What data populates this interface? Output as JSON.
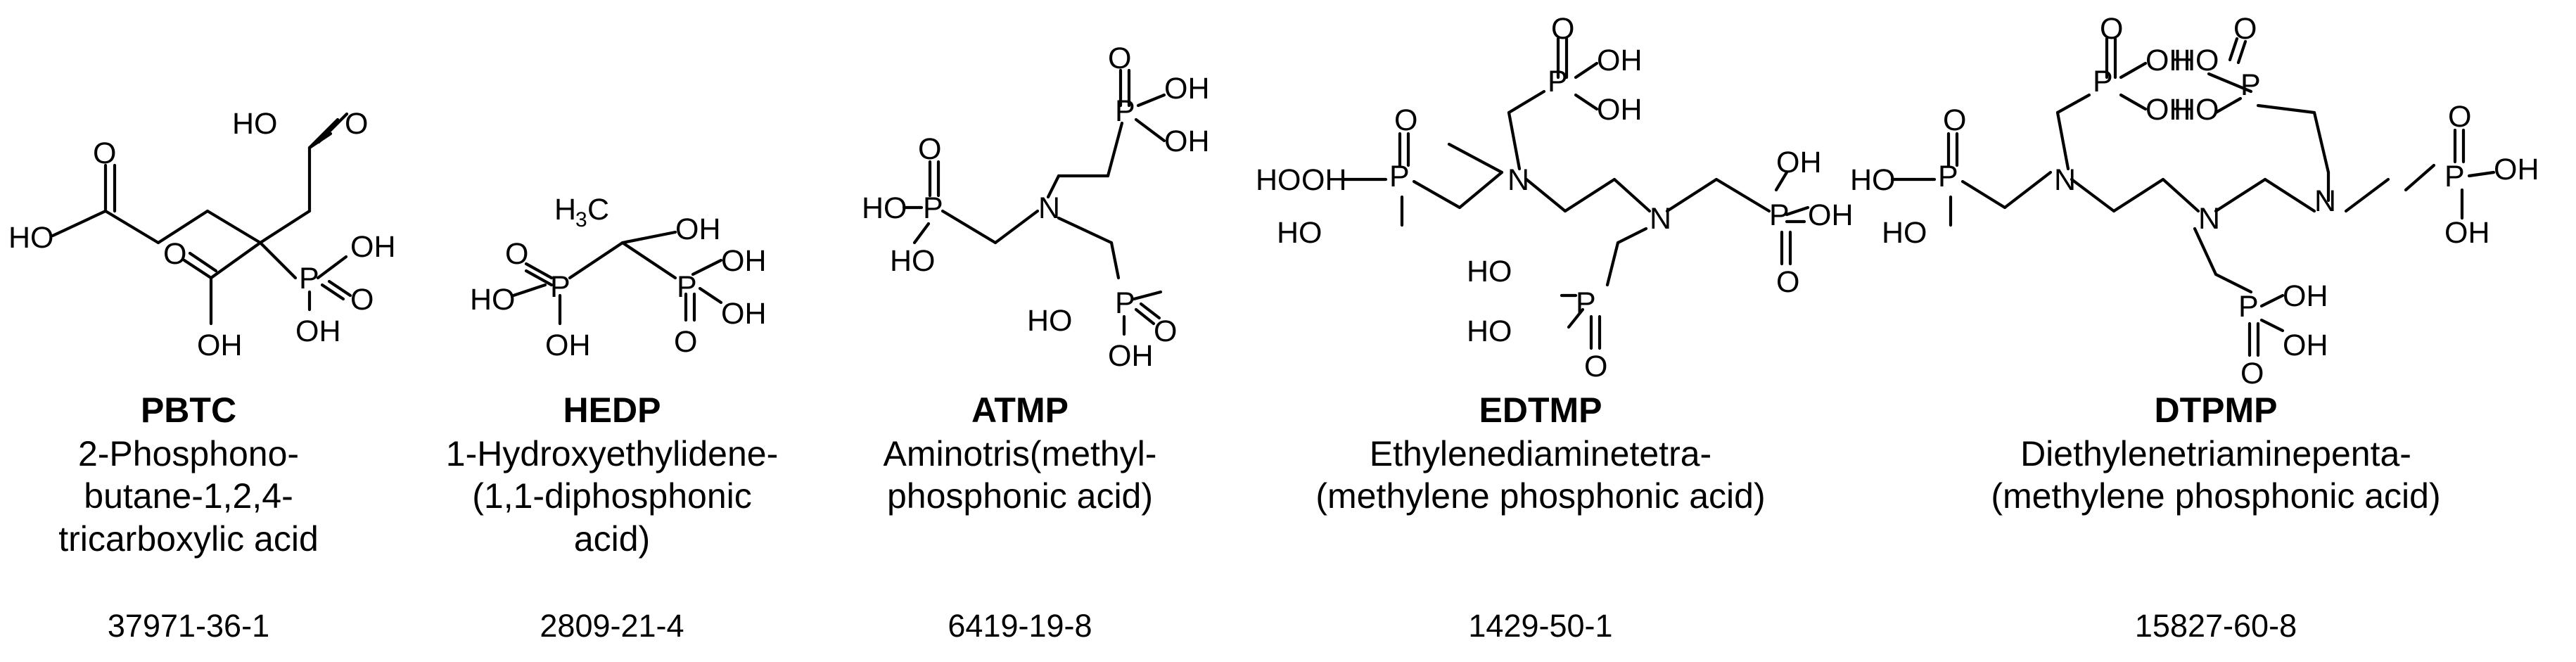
{
  "compounds": [
    {
      "abbr": "PBTC",
      "name": [
        "2-Phosphono-",
        "butane-1,2,4-",
        "tricarboxylic acid"
      ],
      "cas": "37971-36-1"
    },
    {
      "abbr": "HEDP",
      "name": [
        "1-Hydroxyethylidene-",
        "(1,1-diphosphonic",
        "acid)"
      ],
      "cas": "2809-21-4"
    },
    {
      "abbr": "ATMP",
      "name": [
        "Aminotris(methyl-",
        "phosphonic acid)"
      ],
      "cas": "6419-19-8"
    },
    {
      "abbr": "EDTMP",
      "name": [
        "Ethylenediaminetetra-",
        "(methylene phosphonic acid)"
      ],
      "cas": "1429-50-1"
    },
    {
      "abbr": "DTPMP",
      "name": [
        "Diethylenetriaminepenta-",
        "(methylene phosphonic acid)"
      ],
      "cas": "15827-60-8"
    }
  ],
  "atoms": {
    "O": "O",
    "OH": "OH",
    "HO": "HO",
    "P": "P",
    "N": "N",
    "H": "H",
    "3": "3",
    "C": "C"
  }
}
